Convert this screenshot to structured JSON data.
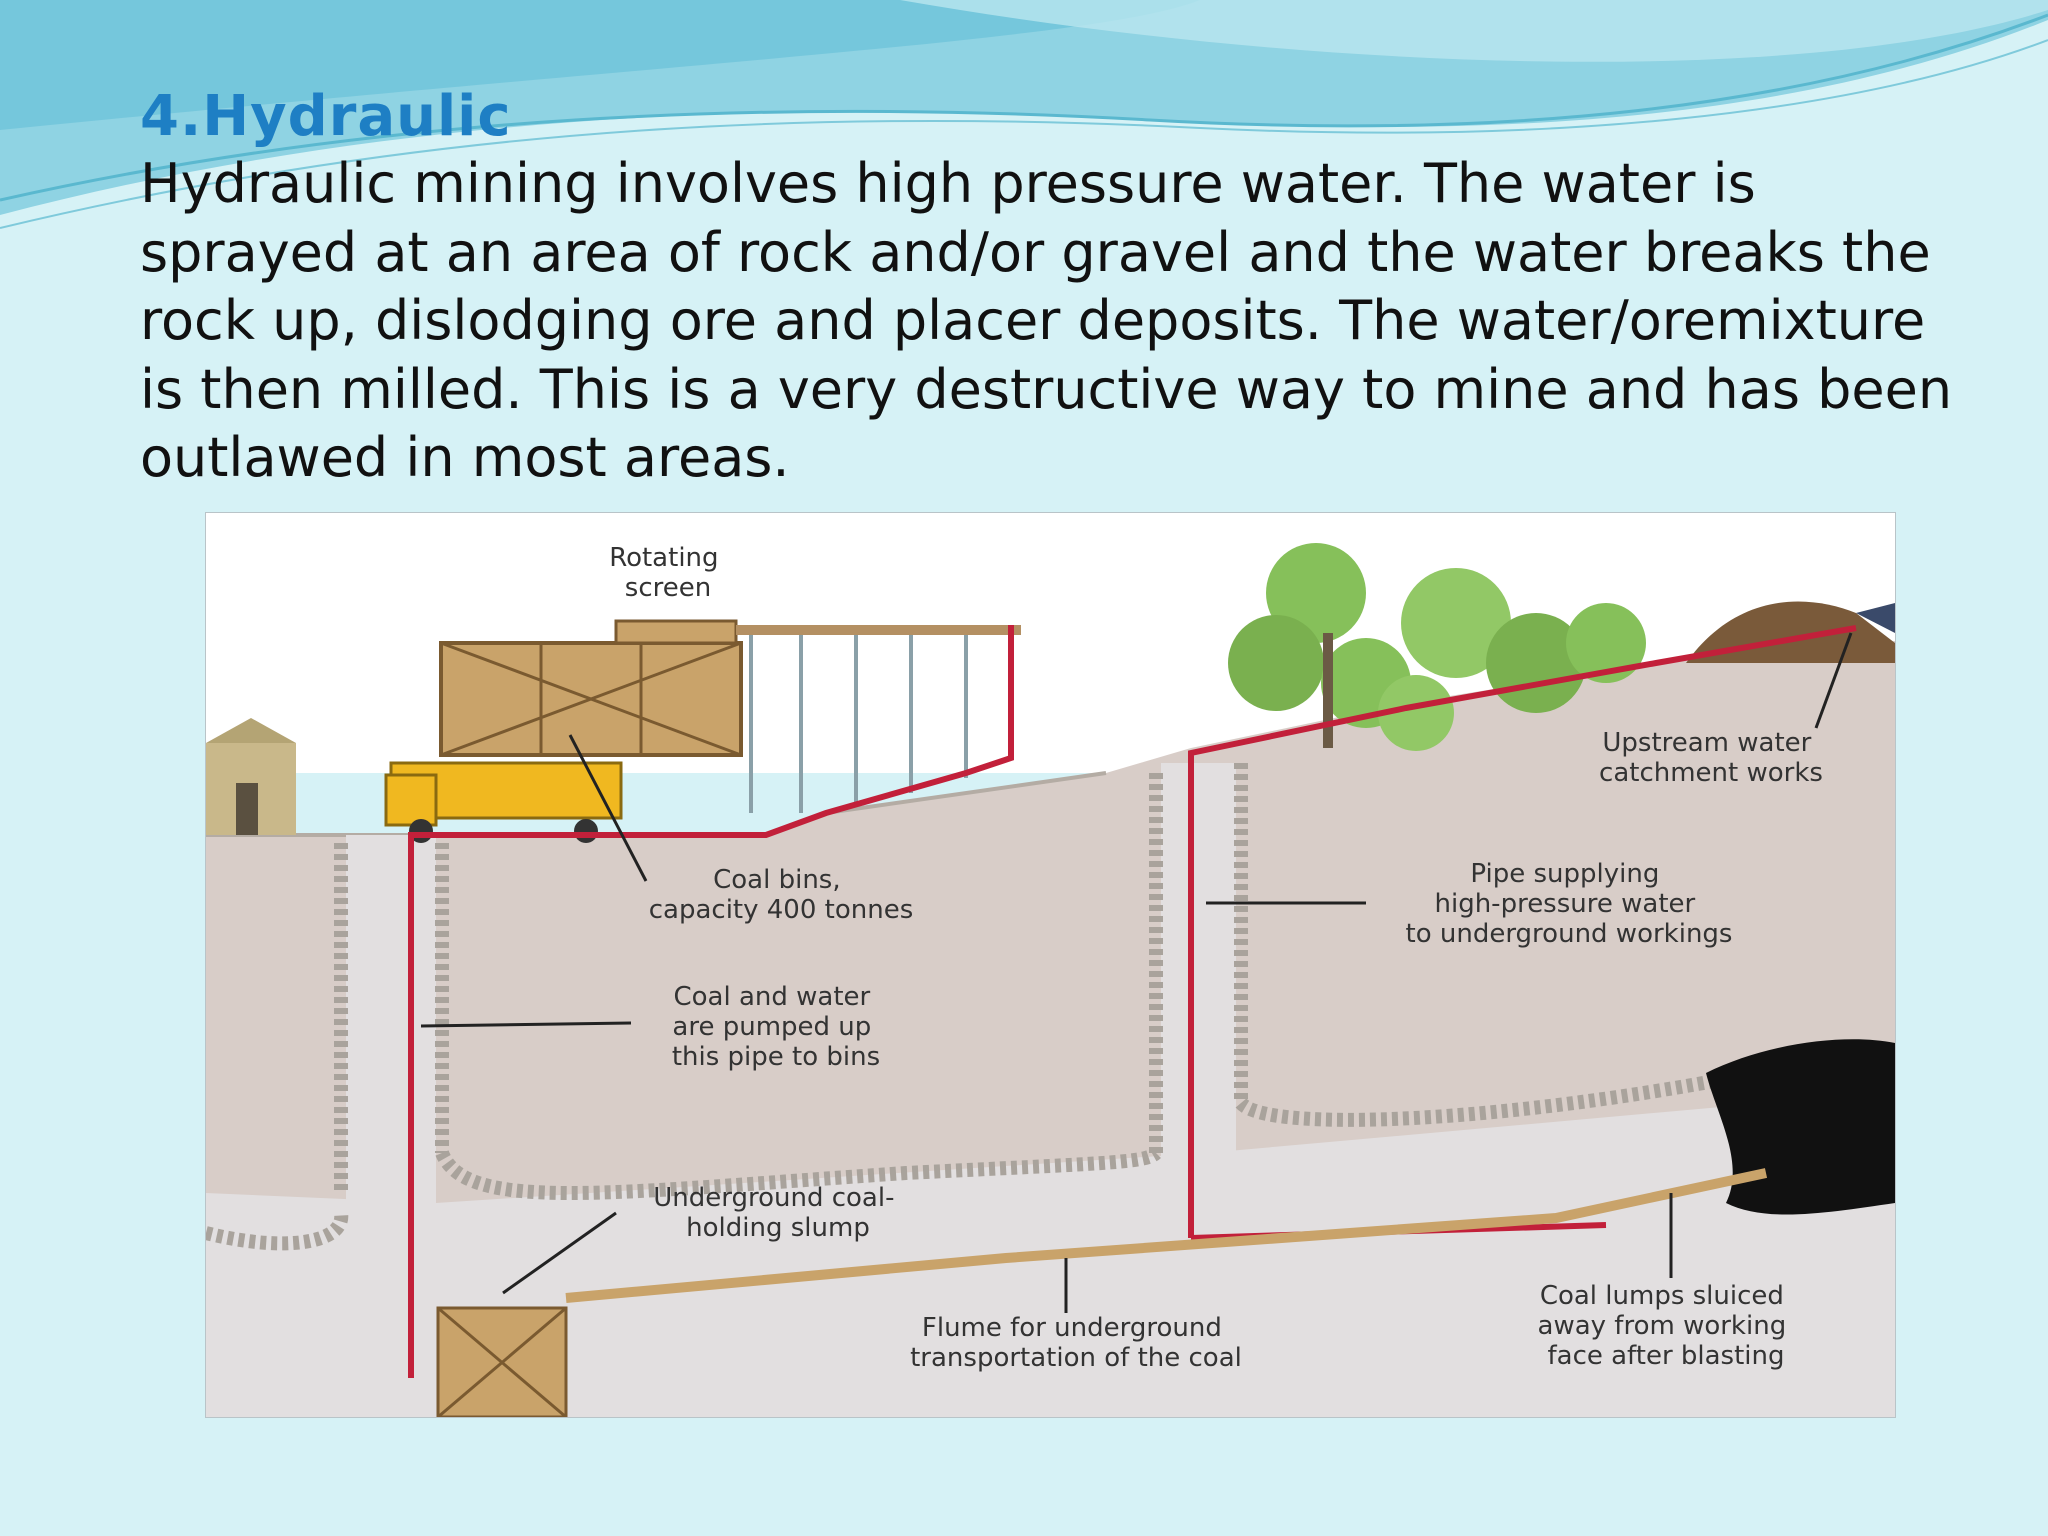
{
  "slide": {
    "title": "4.Hydraulic",
    "body": "Hydraulic mining involves high pressure water. The water is sprayed at an area of rock and/or gravel and the water breaks the rock up, dislodging ore and placer deposits. The water/oremixture is then milled. This is a very destructive way to mine and has been outlawed in most areas."
  },
  "diagram": {
    "labels": {
      "rotating_screen": [
        "Rotating",
        "screen"
      ],
      "coal_bins": [
        "Coal bins,",
        "capacity 400 tonnes"
      ],
      "coal_and_water": [
        "Coal and water",
        "are pumped up",
        "this pipe to bins"
      ],
      "underground_slump": [
        "Underground coal-",
        "holding slump"
      ],
      "flume": [
        "Flume for underground",
        "transportation of the coal"
      ],
      "upstream": [
        "Upstream water",
        "catchment works"
      ],
      "pipe_supplying": [
        "Pipe supplying",
        "high-pressure water",
        "to underground workings"
      ],
      "coal_lumps": [
        "Coal lumps sluiced",
        "away from working",
        "face after blasting"
      ]
    },
    "colors": {
      "ground": "#d8cdc8",
      "tunnel": "#e2dfe0",
      "gravel": "#a9a39c",
      "pipe": "#c2203a",
      "sky": "#e8eef5",
      "wood": "#c9a36a",
      "truck": "#f0b820",
      "tree": "#86c05a"
    }
  }
}
